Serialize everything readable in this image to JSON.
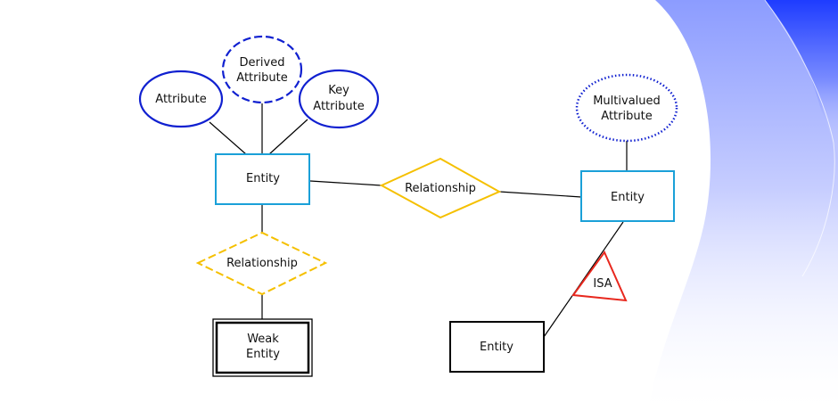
{
  "colors": {
    "attribute_stroke": "#1020d0",
    "entity_stroke": "#1aa0d8",
    "relationship_stroke": "#f5c000",
    "isa_stroke": "#e8281e",
    "plain_stroke": "#000000",
    "wave_dark": "#2040ff",
    "wave_light": "#b8c2ff"
  },
  "nodes": {
    "attribute": "Attribute",
    "derived_attribute": [
      "Derived",
      "Attribute"
    ],
    "key_attribute": [
      "Key",
      "Attribute"
    ],
    "multivalued_attribute": [
      "Multivalued",
      "Attribute"
    ],
    "entity_left": "Entity",
    "entity_right": "Entity",
    "entity_bottom": "Entity",
    "relationship_center": "Relationship",
    "relationship_weak": "Relationship",
    "weak_entity": [
      "Weak",
      "Entity"
    ],
    "isa": "ISA"
  }
}
